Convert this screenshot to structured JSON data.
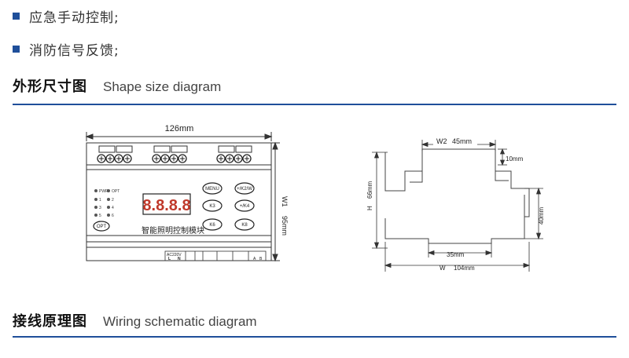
{
  "bullets": [
    {
      "text": "应急手动控制;"
    },
    {
      "text": "消防信号反馈;"
    }
  ],
  "sections": [
    {
      "title_cn": "外形尺寸图",
      "title_en": "Shape size diagram"
    },
    {
      "title_cn": "接线原理图",
      "title_en": "Wiring schematic diagram"
    }
  ],
  "front_view": {
    "width_label": "126mm",
    "height_label_w1": "W1",
    "height_label": "95mm",
    "display": "8.8.8.8",
    "module_name": "智能照明控制模块",
    "buttons": [
      "MENU",
      "+/K2/W",
      "K3",
      "+/K4",
      "K6",
      "K8"
    ],
    "opt_label": "OPT",
    "leds": [
      "PWR",
      "OPT",
      "1",
      "2",
      "3",
      "4",
      "5",
      "6"
    ],
    "terminal_labels": [
      "AC220V",
      "L",
      "N",
      "A",
      "B"
    ]
  },
  "side_view": {
    "w2_label": "W2",
    "w2_value": "45mm",
    "top_gap": "10mm",
    "h_label": "H",
    "h_value": "66mm",
    "right_height": "40mm",
    "rail_width": "35mm",
    "w_label": "W",
    "w_value": "104mm"
  },
  "colors": {
    "accent": "#1f4f9a",
    "display_digits": "#c0392b"
  }
}
